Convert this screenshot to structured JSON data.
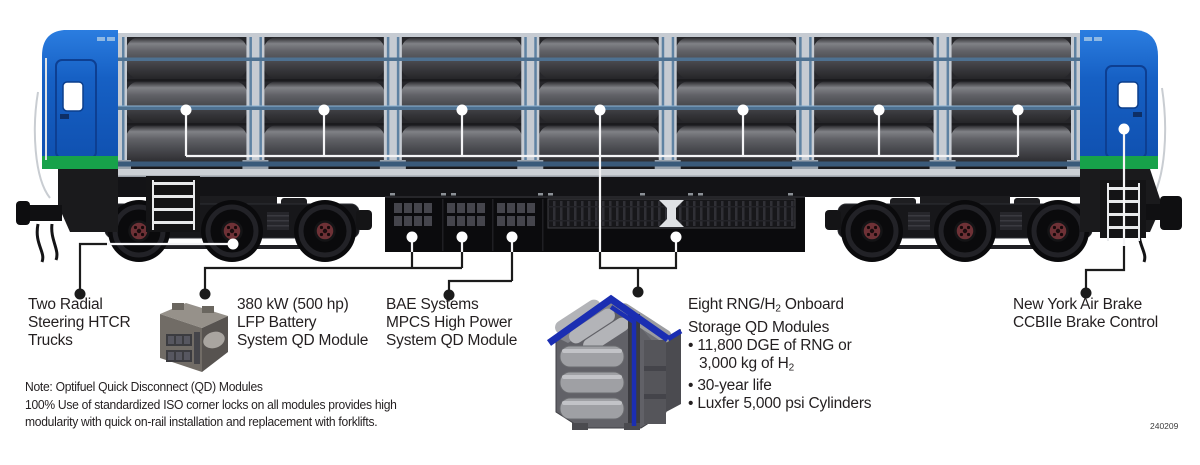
{
  "callouts": {
    "trucks": {
      "lines": [
        "Two Radial",
        "Steering HTCR",
        "Trucks"
      ]
    },
    "battery": {
      "lines": [
        "380 kW (500 hp)",
        "LFP Battery",
        "System QD Module"
      ]
    },
    "bae": {
      "lines": [
        "BAE Systems",
        "MPCS High Power",
        "System QD Module"
      ]
    },
    "storage": {
      "line1_pre": "Eight RNG/H",
      "line1_sub": "2",
      "line1_post": " Onboard",
      "line2": "Storage QD Modules",
      "line3": "• 11,800 DGE of RNG or",
      "line4_pre": "3,000 kg of H",
      "line4_sub": "2",
      "line5": "• 30-year life",
      "line6": "• Luxfer 5,000 psi Cylinders"
    },
    "air_brake": {
      "lines": [
        "New York Air Brake",
        "CCBIIe Brake Control"
      ]
    }
  },
  "note": {
    "line1": "Note: Optifuel Quick Disconnect (QD) Modules",
    "line2": "100% Use of standardized ISO corner locks on all modules provides high",
    "line3": "modularity with quick on-rail installation and replacement with forklifts."
  },
  "doc_number": "240209",
  "colors": {
    "cab_blue_light": "#2b7de0",
    "cab_blue": "#1660c4",
    "cab_blue_dark": "#0f4fae",
    "stripe_green": "#17a24a",
    "module_frame_blue": "#1b2eb2",
    "rack_silver": "#c6cbd2",
    "rail_blue_gray": "#4e7191",
    "wheel_hub_red": "#6e3136",
    "text": "#231f20"
  }
}
